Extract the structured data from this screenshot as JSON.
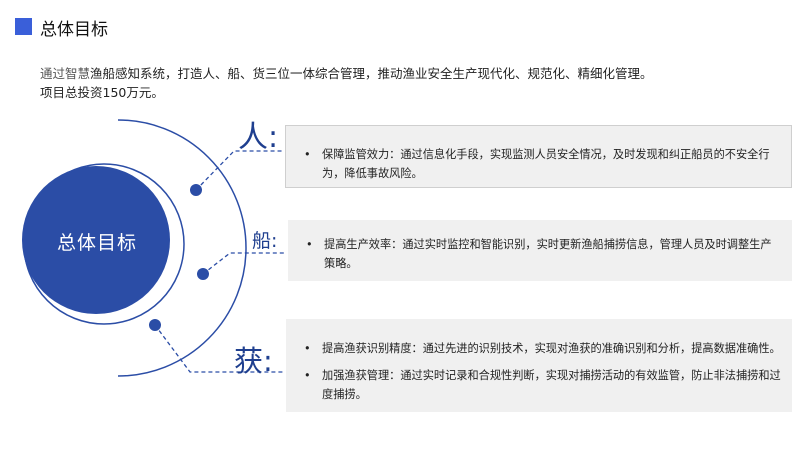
{
  "header": {
    "title": "总体目标"
  },
  "intro": {
    "prefix": "通过智慧",
    "line1_rest": "渔船感知系统，打造人、船、货三位一体综合管理，推动渔业安全生产现代化、规范化、精细化管理。",
    "line2": "项目总投资150万元。"
  },
  "center": {
    "label": "总体目标"
  },
  "categories": [
    {
      "label": "人:",
      "items": [
        {
          "bullet": "•",
          "text": "保障监管效力：通过信息化手段，实现监测人员安全情况，及时发现和纠正船员的不安全行为，降低事故风险。"
        }
      ]
    },
    {
      "label": "船:",
      "items": [
        {
          "bullet": "•",
          "text": "提高生产效率：通过实时监控和智能识别，实时更新渔船捕捞信息，管理人员及时调整生产策略。"
        }
      ]
    },
    {
      "label": "获:",
      "items": [
        {
          "bullet": "•",
          "text": "提高渔获识别精度：通过先进的识别技术，实现对渔获的准确识别和分析，提高数据准确性。"
        },
        {
          "bullet": "•",
          "text": "加强渔获管理：通过实时记录和合规性判断，实现对捕捞活动的有效监管，防止非法捕捞和过度捕捞。"
        }
      ]
    }
  ],
  "colors": {
    "accent": "#3a5fd9",
    "circle": "#2b4da6",
    "category_text": "#1f3f8f",
    "box_bg": "#f0f0f0"
  }
}
